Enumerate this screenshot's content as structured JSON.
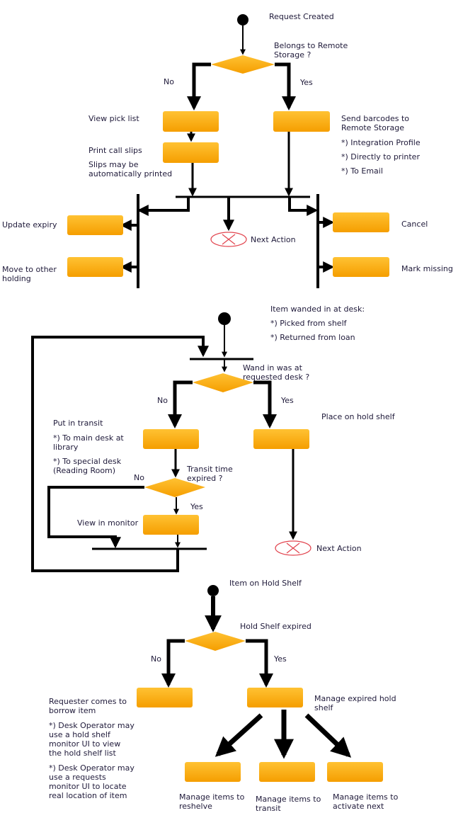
{
  "flow1": {
    "start_label": "Request Created",
    "decision_label": "Belongs to Remote Storage ?",
    "no_label": "No",
    "yes_label": "Yes",
    "view_pick_list": "View pick list",
    "print_call_slips": "Print call slips",
    "slips_auto": "Slips may be automatically printed",
    "send_barcodes": "Send barcodes to Remote Storage",
    "opt_integration": "*) Integration Profile",
    "opt_printer": "*) Directly to printer",
    "opt_email": "*) To Email",
    "update_expiry": "Update expiry",
    "move_holding": "Move to other holding",
    "next_action": "Next Action",
    "cancel": "Cancel",
    "mark_missing": "Mark missing"
  },
  "flow2": {
    "start_title": "Item wanded in at desk:",
    "start_opt1": "*) Picked from shelf",
    "start_opt2": "*) Returned from loan",
    "decision_label": "Wand in was at requested desk ?",
    "no_label": "No",
    "yes_label": "Yes",
    "put_in_transit": "Put in transit",
    "to_main_desk": "*) To main desk at library",
    "to_special_desk": "*) To special desk (Reading Room)",
    "place_on_hold": "Place on hold shelf",
    "transit_expired": "Transit time expired ?",
    "no2_label": "No",
    "yes2_label": "Yes",
    "view_monitor": "View in monitor",
    "next_action": "Next Action"
  },
  "flow3": {
    "start_label": "Item on Hold Shelf",
    "decision_label": "Hold Shelf expired",
    "no_label": "No",
    "yes_label": "Yes",
    "requester_borrow": "Requester comes to borrow item",
    "note1": "*) Desk Operator may use a hold shelf monitor UI to view the hold shelf list",
    "note2": "*) Desk Operator may use a requests monitor UI to locate real location of item",
    "manage_expired": "Manage expired hold shelf",
    "reshelve": "Manage items to reshelve",
    "transit": "Manage items to transit",
    "activate": "Manage items to activate next"
  },
  "colors": {
    "node_fill_top": "#ffc233",
    "node_fill_bottom": "#f59e00",
    "line": "#000000",
    "end_stroke": "#e2454f",
    "text": "#1f1a3a"
  }
}
